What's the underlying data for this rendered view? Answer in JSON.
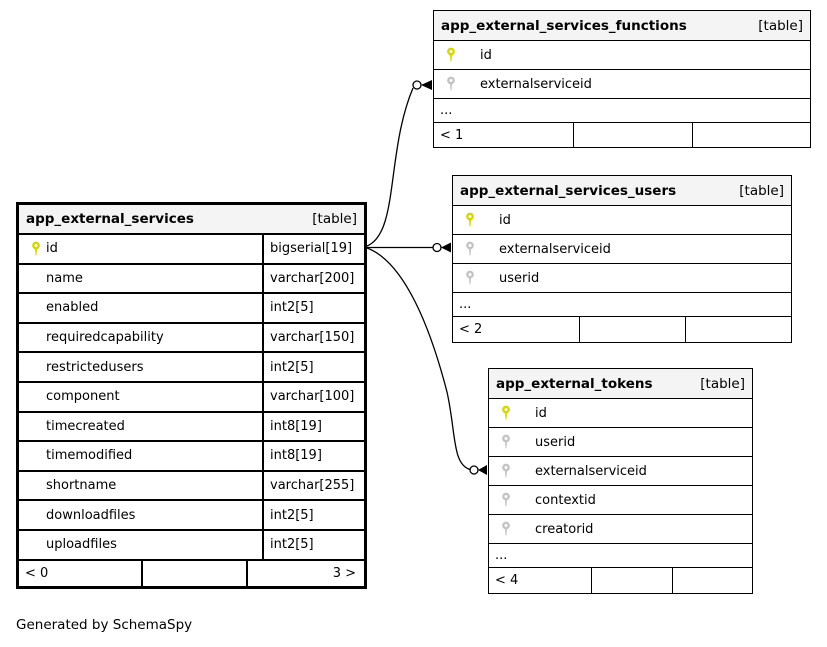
{
  "footer_note": "Generated by SchemaSpy",
  "colors": {
    "background": "#ffffff",
    "header_bg": "#f4f4f4",
    "border": "#000000",
    "pk_key": "#d6d600",
    "fk_key": "#c4c4c4",
    "text": "#000000"
  },
  "tables": [
    {
      "name": "app_external_services",
      "tag": "[table]",
      "emphasized": true,
      "columns": [
        {
          "name": "id",
          "type": "bigserial[19]",
          "key": "pk"
        },
        {
          "name": "name",
          "type": "varchar[200]",
          "key": null
        },
        {
          "name": "enabled",
          "type": "int2[5]",
          "key": null
        },
        {
          "name": "requiredcapability",
          "type": "varchar[150]",
          "key": null
        },
        {
          "name": "restrictedusers",
          "type": "int2[5]",
          "key": null
        },
        {
          "name": "component",
          "type": "varchar[100]",
          "key": null
        },
        {
          "name": "timecreated",
          "type": "int8[19]",
          "key": null
        },
        {
          "name": "timemodified",
          "type": "int8[19]",
          "key": null
        },
        {
          "name": "shortname",
          "type": "varchar[255]",
          "key": null
        },
        {
          "name": "downloadfiles",
          "type": "int2[5]",
          "key": null
        },
        {
          "name": "uploadfiles",
          "type": "int2[5]",
          "key": null
        }
      ],
      "ellipsis": null,
      "footer": {
        "left": "< 0",
        "middle": "",
        "right": "3 >"
      }
    },
    {
      "name": "app_external_services_functions",
      "tag": "[table]",
      "emphasized": false,
      "columns": [
        {
          "name": "id",
          "type": null,
          "key": "pk"
        },
        {
          "name": "externalserviceid",
          "type": null,
          "key": "fk"
        }
      ],
      "ellipsis": "...",
      "footer": {
        "left": "< 1",
        "middle": "",
        "right": ""
      }
    },
    {
      "name": "app_external_services_users",
      "tag": "[table]",
      "emphasized": false,
      "columns": [
        {
          "name": "id",
          "type": null,
          "key": "pk"
        },
        {
          "name": "externalserviceid",
          "type": null,
          "key": "fk"
        },
        {
          "name": "userid",
          "type": null,
          "key": "fk"
        }
      ],
      "ellipsis": "...",
      "footer": {
        "left": "< 2",
        "middle": "",
        "right": ""
      }
    },
    {
      "name": "app_external_tokens",
      "tag": "[table]",
      "emphasized": false,
      "columns": [
        {
          "name": "id",
          "type": null,
          "key": "pk"
        },
        {
          "name": "userid",
          "type": null,
          "key": "fk"
        },
        {
          "name": "externalserviceid",
          "type": null,
          "key": "fk"
        },
        {
          "name": "contextid",
          "type": null,
          "key": "fk"
        },
        {
          "name": "creatorid",
          "type": null,
          "key": "fk"
        }
      ],
      "ellipsis": "...",
      "footer": {
        "left": "< 4",
        "middle": "",
        "right": ""
      }
    }
  ],
  "relationships": [
    {
      "from": "app_external_services.id",
      "to": "app_external_services_functions.externalserviceid"
    },
    {
      "from": "app_external_services.id",
      "to": "app_external_services_users.externalserviceid"
    },
    {
      "from": "app_external_services.id",
      "to": "app_external_tokens.externalserviceid"
    }
  ]
}
